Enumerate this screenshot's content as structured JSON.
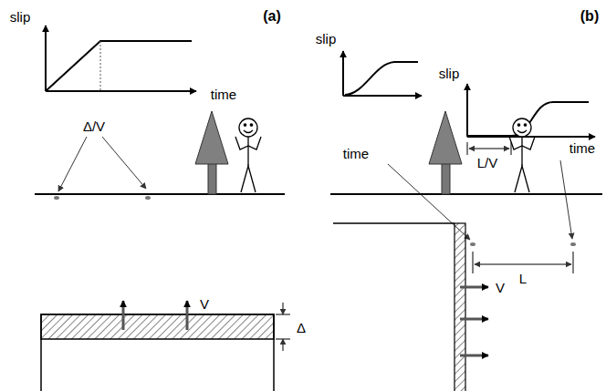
{
  "diagram": {
    "labels": [
      "slip",
      "(a)",
      "time",
      "Δ/V",
      "V",
      "Δ",
      "slip",
      "(b)",
      "slip",
      "time",
      "time",
      "L/V",
      "V",
      "L"
    ]
  }
}
